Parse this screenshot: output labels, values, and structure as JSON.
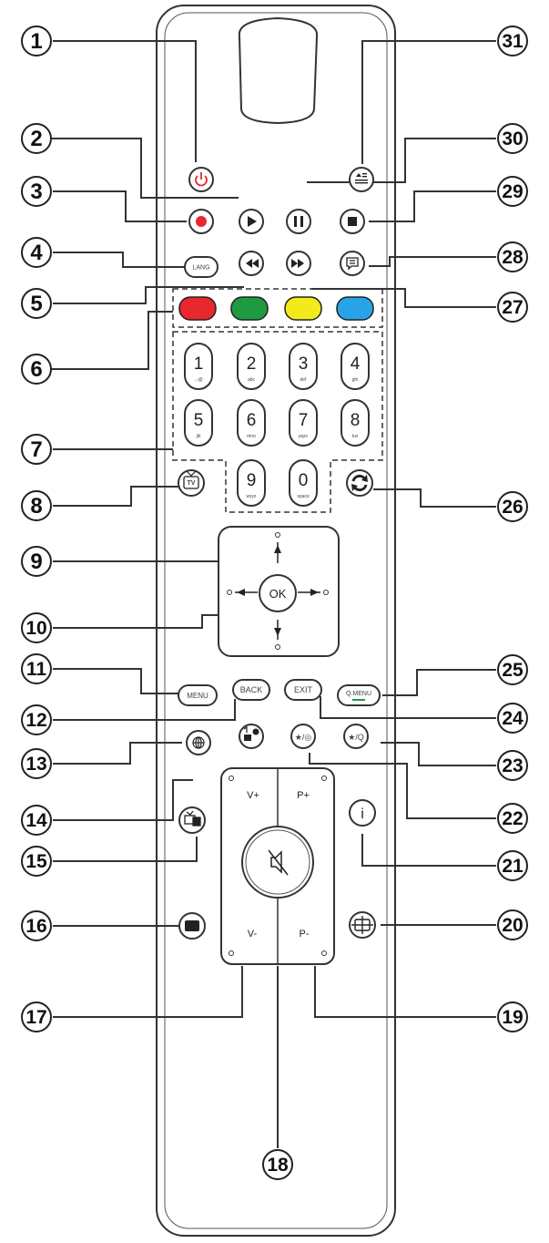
{
  "labels": {
    "n1": "1",
    "n2": "2",
    "n3": "3",
    "n4": "4",
    "n5": "5",
    "n6": "6",
    "n7": "7",
    "n8": "8",
    "n9": "9",
    "n10": "10",
    "n11": "11",
    "n12": "12",
    "n13": "13",
    "n14": "14",
    "n15": "15",
    "n16": "16",
    "n17": "17",
    "n18": "18",
    "n19": "19",
    "n20": "20",
    "n21": "21",
    "n22": "22",
    "n23": "23",
    "n24": "24",
    "n25": "25",
    "n26": "26",
    "n27": "27",
    "n28": "28",
    "n29": "29",
    "n30": "30",
    "n31": "31"
  },
  "remote": {
    "lang": "LANG",
    "menu": "MENU",
    "back": "BACK",
    "exit": "EXIT",
    "qmenu": "Q.MENU",
    "ok": "OK",
    "tv": "TV",
    "info": "i",
    "vplus": "V+",
    "vminus": "V-",
    "pplus": "P+",
    "pminus": "P-",
    "fav_a": "★/◎",
    "fav_b": "★/Q",
    "digits": {
      "d1": "1",
      "d2": "2",
      "d3": "3",
      "d4": "4",
      "d5": "5",
      "d6": "6",
      "d7": "7",
      "d8": "8",
      "d9": "9",
      "d0": "0"
    },
    "digit_letters": {
      "d1": ".,-@",
      "d2": "abc",
      "d3": "def",
      "d4": "ghi",
      "d5": "jkl",
      "d6": "mno",
      "d7": "pqrs",
      "d8": "tuv",
      "d9": "wxyz",
      "d0": "space"
    }
  },
  "colors": {
    "red": "#e8272f",
    "green": "#1f9a40",
    "yellow": "#f2ea1b",
    "blue": "#29a3e8",
    "power": "#e8272f",
    "record": "#e8272f"
  }
}
